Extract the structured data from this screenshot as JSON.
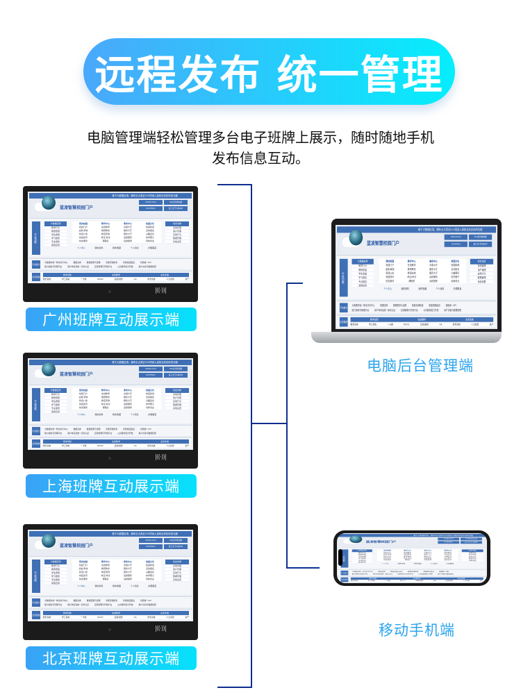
{
  "headline": "远程发布 统一管理",
  "subtitle_lines": [
    "电脑管理端轻松管理多台电子班牌上展示，随时随地手机",
    "发布信息互动。"
  ],
  "devices": {
    "tablets": [
      "广州班牌互动展示端",
      "上海班牌互动展示端",
      "北京班牌互动展示端"
    ],
    "laptop": "电脑后台管理端",
    "phone": "移动手机端"
  },
  "colors": {
    "pill_start": "#4aa8fb",
    "pill_end": "#05eefc",
    "caption": "#2ba4ee",
    "connector": "#0d2f8f",
    "portal_blue": "#3f6fb5"
  },
  "portal": {
    "banner": "基于大数据应用，拥有五大类近510项深入高校业务实际的功能",
    "title": "蓝凌智慧校园门户",
    "buttons": [
      "iOS/Android",
      "iOS/安卓移动端",
      "PC/HTML5",
      "第三方门户接APP"
    ],
    "sections": [
      "平台功能",
      "平台能力",
      "业务集成"
    ],
    "left_header": "大数据应用",
    "left_items": [
      "教学行为",
      "教研质量",
      "学生质量",
      "学习报告",
      "专业报告",
      "其他应用"
    ],
    "grid": [
      [
        "我的校园",
        "教学中心",
        "事务中心",
        "校园文化"
      ],
      [
        "校园门户",
        "在线教学",
        "办事大厅",
        "校园新闻"
      ],
      [
        "迎新/离校",
        "教研教务",
        "服务大厅",
        "活动报名"
      ],
      [
        "新闻公告",
        "教室安排",
        "服务大厅",
        "兴趣爱好"
      ],
      [
        "校园资讯",
        "考证/考试",
        "后勤服务",
        "校学圈子"
      ],
      [
        "校友服务",
        "课程表",
        "后勤报修",
        "创新创业"
      ]
    ],
    "tabs": [
      "个人中心",
      "我的资料",
      "我的收藏",
      "个人消息",
      "办理事宜"
    ],
    "right_header": "综合支撑",
    "right_items": [
      "系统管理",
      "用户管理",
      "应用行为",
      "数据管理",
      "系统设置"
    ],
    "ability_row1": [
      "大数据内容一体化共享中心",
      "数据交换",
      "数据质量与治理",
      "智能存储检索",
      "智能校园建设",
      "智能统一API"
    ],
    "ability_row2": [
      "能力授权与管理平台",
      "用户体系及统一身份认证",
      "应用管理与开放平台",
      "公共服务能力开放",
      "用户访客与数据权限"
    ],
    "integration_headers": [
      "教学创新",
      "在线教学",
      "业务系统"
    ],
    "integration_items": [
      "教务系统",
      "学工系统",
      "一卡通",
      "MOOC",
      "后勤/报修",
      "OA",
      "财务系统",
      "人力资源",
      "资产"
    ]
  }
}
